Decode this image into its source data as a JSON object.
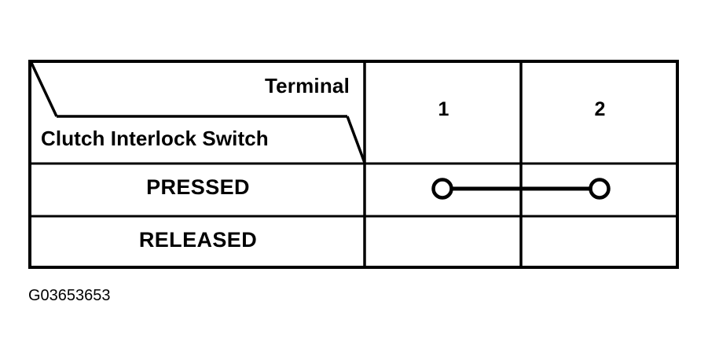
{
  "figure": {
    "caption": "G03653653",
    "ink_color": "#000000",
    "background_color": "#ffffff"
  },
  "table": {
    "corner_header": {
      "column_axis_label": "Terminal",
      "row_axis_label": "Clutch Interlock Switch"
    },
    "column_headers": [
      "1",
      "2"
    ],
    "rows": [
      {
        "label": "PRESSED",
        "continuity": {
          "present": true,
          "from_terminal": "1",
          "to_terminal": "2",
          "symbol": "continuity-connector-icon"
        }
      },
      {
        "label": "RELEASED",
        "continuity": {
          "present": false,
          "from_terminal": null,
          "to_terminal": null,
          "symbol": null
        }
      }
    ]
  }
}
